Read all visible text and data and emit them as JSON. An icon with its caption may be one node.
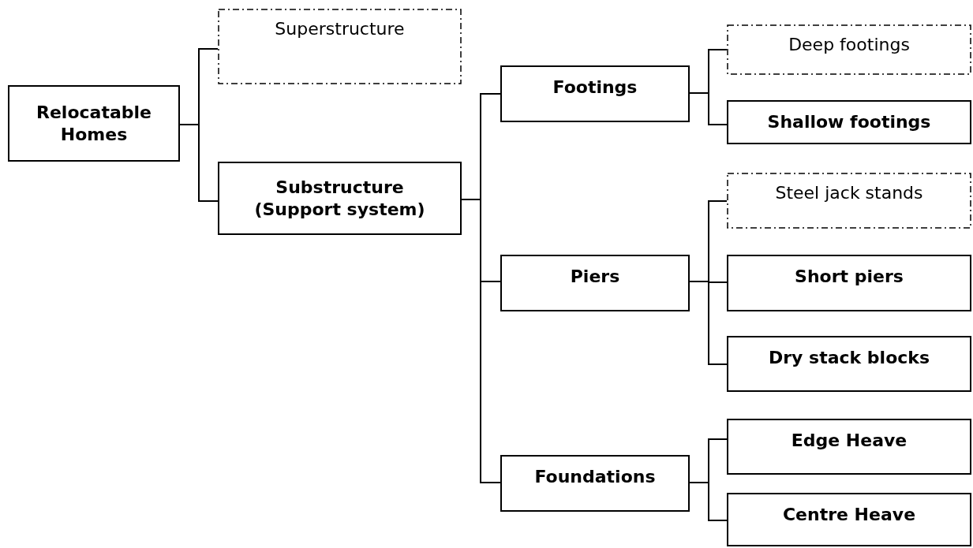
{
  "diagram": {
    "nodes": [
      {
        "text": [
          "Relocatable Homes"
        ]
      },
      {
        "text": [
          "Superstructure"
        ]
      },
      {
        "text": [
          "Substructure (Support system)"
        ]
      },
      {
        "text": [
          "Footings"
        ]
      },
      {
        "text": [
          "Piers"
        ]
      },
      {
        "text": [
          "Foundations"
        ]
      },
      {
        "text": [
          "Deep footings"
        ]
      },
      {
        "text": [
          "Shallow footings"
        ]
      },
      {
        "text": [
          "Steel jack stands"
        ]
      },
      {
        "text": [
          "Short piers"
        ]
      },
      {
        "text": [
          "Dry stack blocks"
        ]
      },
      {
        "text": [
          "Edge Heave"
        ]
      },
      {
        "text": [
          "Centre Heave"
        ]
      }
    ],
    "edges": [
      {
        "from": 0,
        "to": 1,
        "arrow": "none"
      },
      {
        "from": 0,
        "to": 2,
        "arrow": "none"
      },
      {
        "from": 2,
        "to": 3,
        "arrow": "none"
      },
      {
        "from": 2,
        "to": 4,
        "arrow": "none"
      },
      {
        "from": 2,
        "to": 5,
        "arrow": "none"
      },
      {
        "from": 3,
        "to": 6,
        "arrow": "none"
      },
      {
        "from": 3,
        "to": 7,
        "arrow": "none"
      },
      {
        "from": 4,
        "to": 8,
        "arrow": "none"
      },
      {
        "from": 4,
        "to": 9,
        "arrow": "none"
      },
      {
        "from": 4,
        "to": 10,
        "arrow": "none"
      },
      {
        "from": 5,
        "to": 11,
        "arrow": "none"
      },
      {
        "from": 5,
        "to": 12,
        "arrow": "none"
      }
    ]
  }
}
